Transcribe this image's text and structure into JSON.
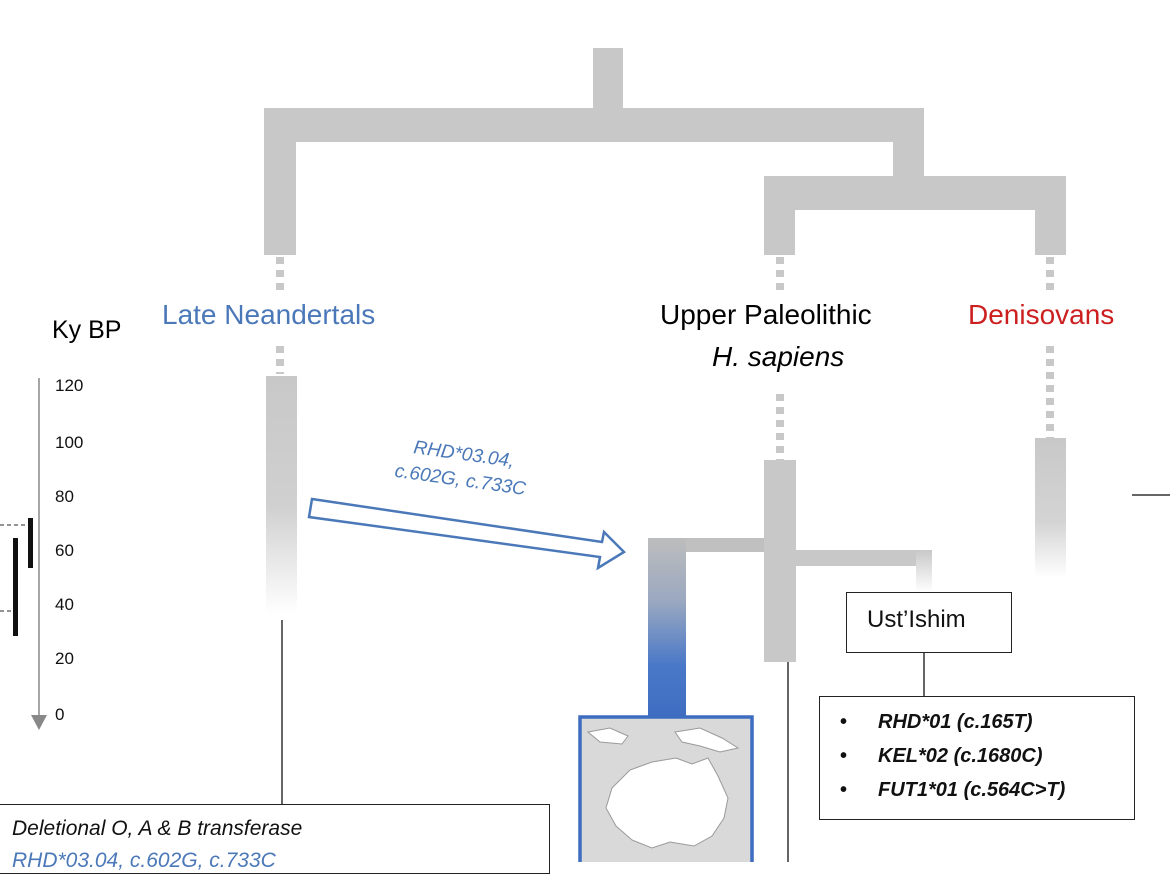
{
  "axis": {
    "title": "Ky BP",
    "ticks": [
      "120",
      "100",
      "80",
      "60",
      "40",
      "20",
      "0"
    ]
  },
  "populations": {
    "neandertals": "Late Neandertals",
    "sapiens_line1": "Upper Paleolithic",
    "sapiens_line2": "H. sapiens",
    "denisovans": "Denisovans"
  },
  "introgression": {
    "line1": "RHD*03.04,",
    "line2": "c.602G, c.733C"
  },
  "ust_ishim": {
    "name": "Ust’Ishim",
    "alleles": [
      "RHD*01 (c.165T)",
      "KEL*02 (c.1680C)",
      "FUT1*01 (c.564C>T)"
    ]
  },
  "neandertal_box": {
    "line1": "Deletional O, A & B transferase",
    "line2": "RHD*03.04, c.602G, c.733C"
  },
  "colors": {
    "tree": "#c8c8c8",
    "neandertal_blue": "#4a78b8",
    "denisovan_red": "#cc1f1f",
    "sahul_blue": "#4a78c8"
  }
}
